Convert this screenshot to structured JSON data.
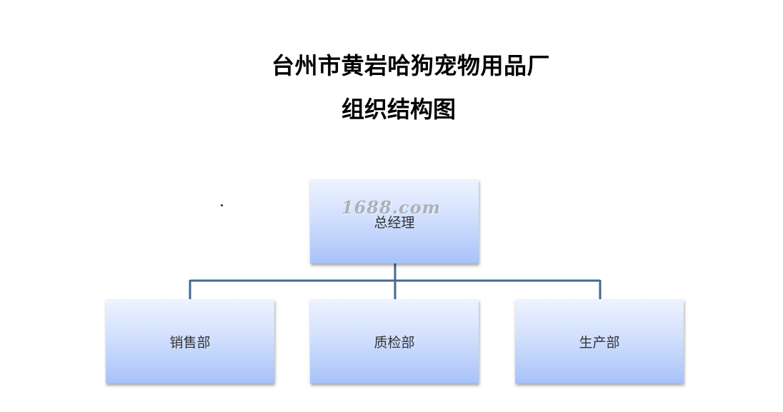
{
  "title": "台州市黄岩哈狗宠物用品厂",
  "subtitle": "组织结构图",
  "watermark": "1688.com",
  "org_chart": {
    "root": {
      "label": "总经理"
    },
    "children": [
      {
        "label": "销售部"
      },
      {
        "label": "质检部"
      },
      {
        "label": "生产部"
      }
    ]
  },
  "colors": {
    "node_top": "#eef3ff",
    "node_bottom": "#a8c2f8",
    "connector": "#44698f",
    "text": "#333333"
  }
}
